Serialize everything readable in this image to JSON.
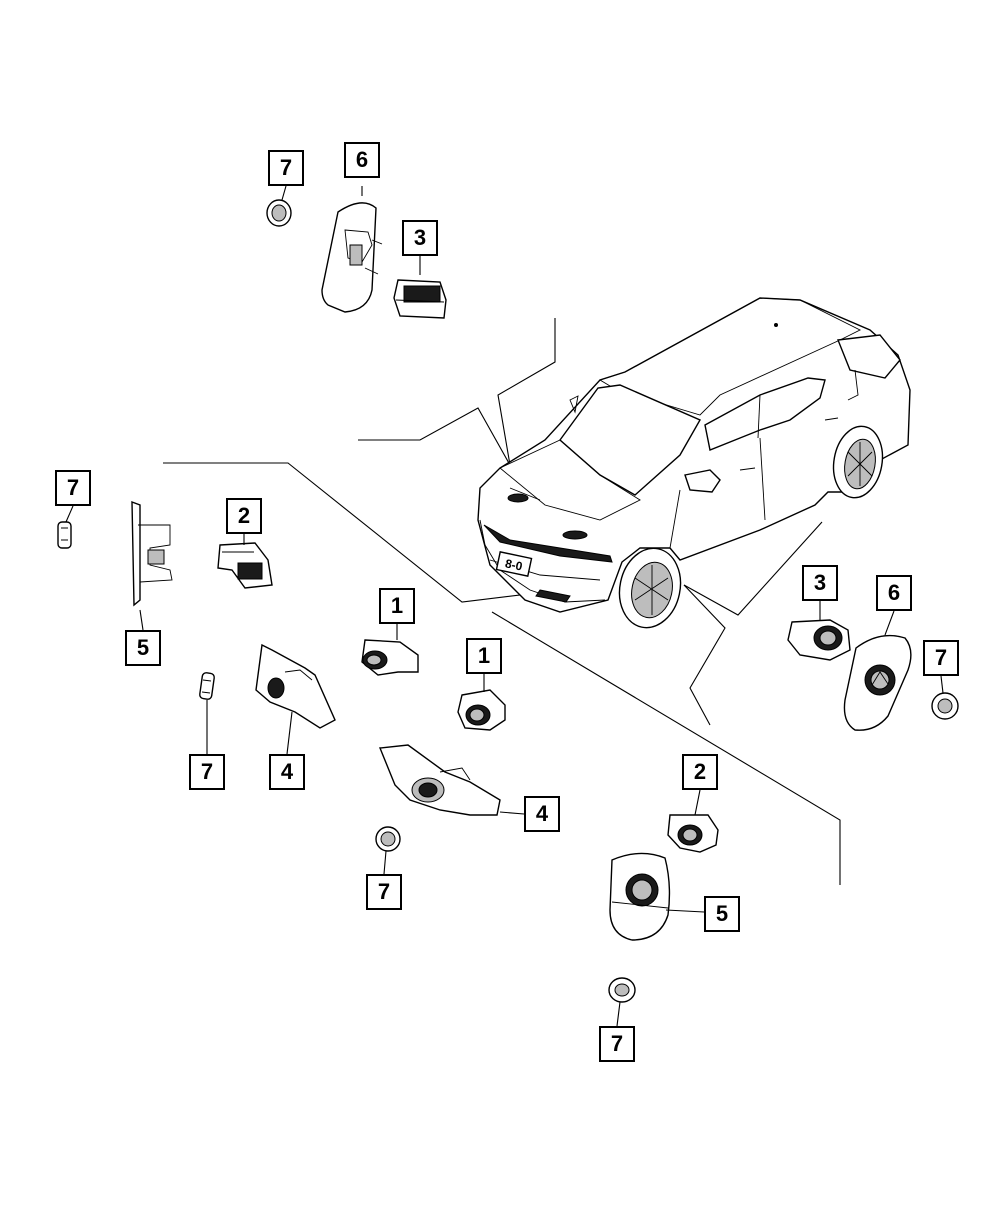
{
  "callouts": [
    {
      "id": "c7a",
      "label": "7"
    },
    {
      "id": "c6a",
      "label": "6"
    },
    {
      "id": "c3a",
      "label": "3"
    },
    {
      "id": "c7b",
      "label": "7"
    },
    {
      "id": "c2a",
      "label": "2"
    },
    {
      "id": "c5a",
      "label": "5"
    },
    {
      "id": "c1a",
      "label": "1"
    },
    {
      "id": "c1b",
      "label": "1"
    },
    {
      "id": "c7c",
      "label": "7"
    },
    {
      "id": "c4a",
      "label": "4"
    },
    {
      "id": "c4b",
      "label": "4"
    },
    {
      "id": "c7d",
      "label": "7"
    },
    {
      "id": "c3b",
      "label": "3"
    },
    {
      "id": "c6b",
      "label": "6"
    },
    {
      "id": "c7e",
      "label": "7"
    },
    {
      "id": "c2b",
      "label": "2"
    },
    {
      "id": "c5b",
      "label": "5"
    },
    {
      "id": "c7f",
      "label": "7"
    }
  ],
  "plate": {
    "text": "8-0"
  }
}
